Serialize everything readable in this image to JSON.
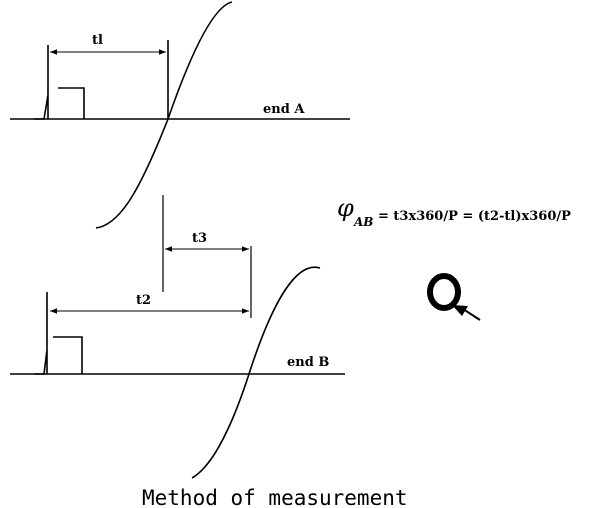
{
  "labels": {
    "t1": "tl",
    "t2": "t2",
    "t3": "t3",
    "end_a": "end A",
    "end_b": "end B"
  },
  "formula": {
    "symbol": "φ",
    "subscript": "AB",
    "expression": "= t3x360/P = (t2-tl)x360/P"
  },
  "caption": "Method of measurement",
  "icons": [
    "magnifier-q-icon"
  ]
}
